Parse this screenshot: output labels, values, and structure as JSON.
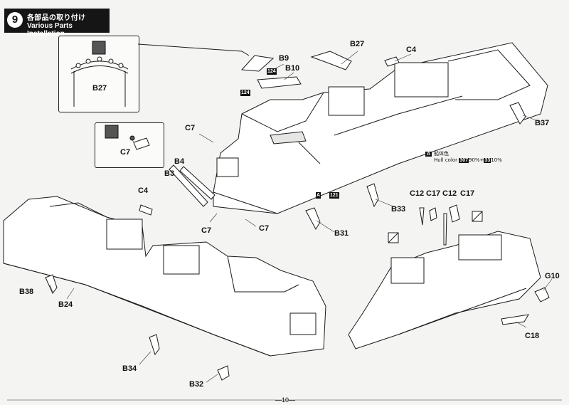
{
  "step": {
    "number": "9",
    "title_jp": "各部品の取り付け",
    "title_en": "Various Parts Installation"
  },
  "parts": {
    "b27_top": "B27",
    "b27_box": "B27",
    "b9": "B9",
    "b10": "B10",
    "c4_top": "C4",
    "c4_left": "C4",
    "c7_box": "C7",
    "c7_left": "C7",
    "c7_bottom_left": "C7",
    "c7_bottom_right": "C7",
    "b4": "B4",
    "b3": "B3",
    "b37": "B37",
    "b33": "B33",
    "b31": "B31",
    "b38": "B38",
    "b24": "B24",
    "b34": "B34",
    "b32": "B32",
    "c12_a": "C12",
    "c17_a": "C17",
    "c12_b": "C12",
    "c17_b": "C17",
    "g10": "G10",
    "c18": "C18"
  },
  "tags": {
    "t124_a": "124",
    "t124_b": "124",
    "t121": "121"
  },
  "color_note": {
    "marker": "A",
    "jp": "船体色",
    "en": "Hull color",
    "color_a": "307",
    "color_a_pct": "90%",
    "plus": "+",
    "color_b": "33",
    "color_b_pct": "10%"
  },
  "page_number": "—10—"
}
